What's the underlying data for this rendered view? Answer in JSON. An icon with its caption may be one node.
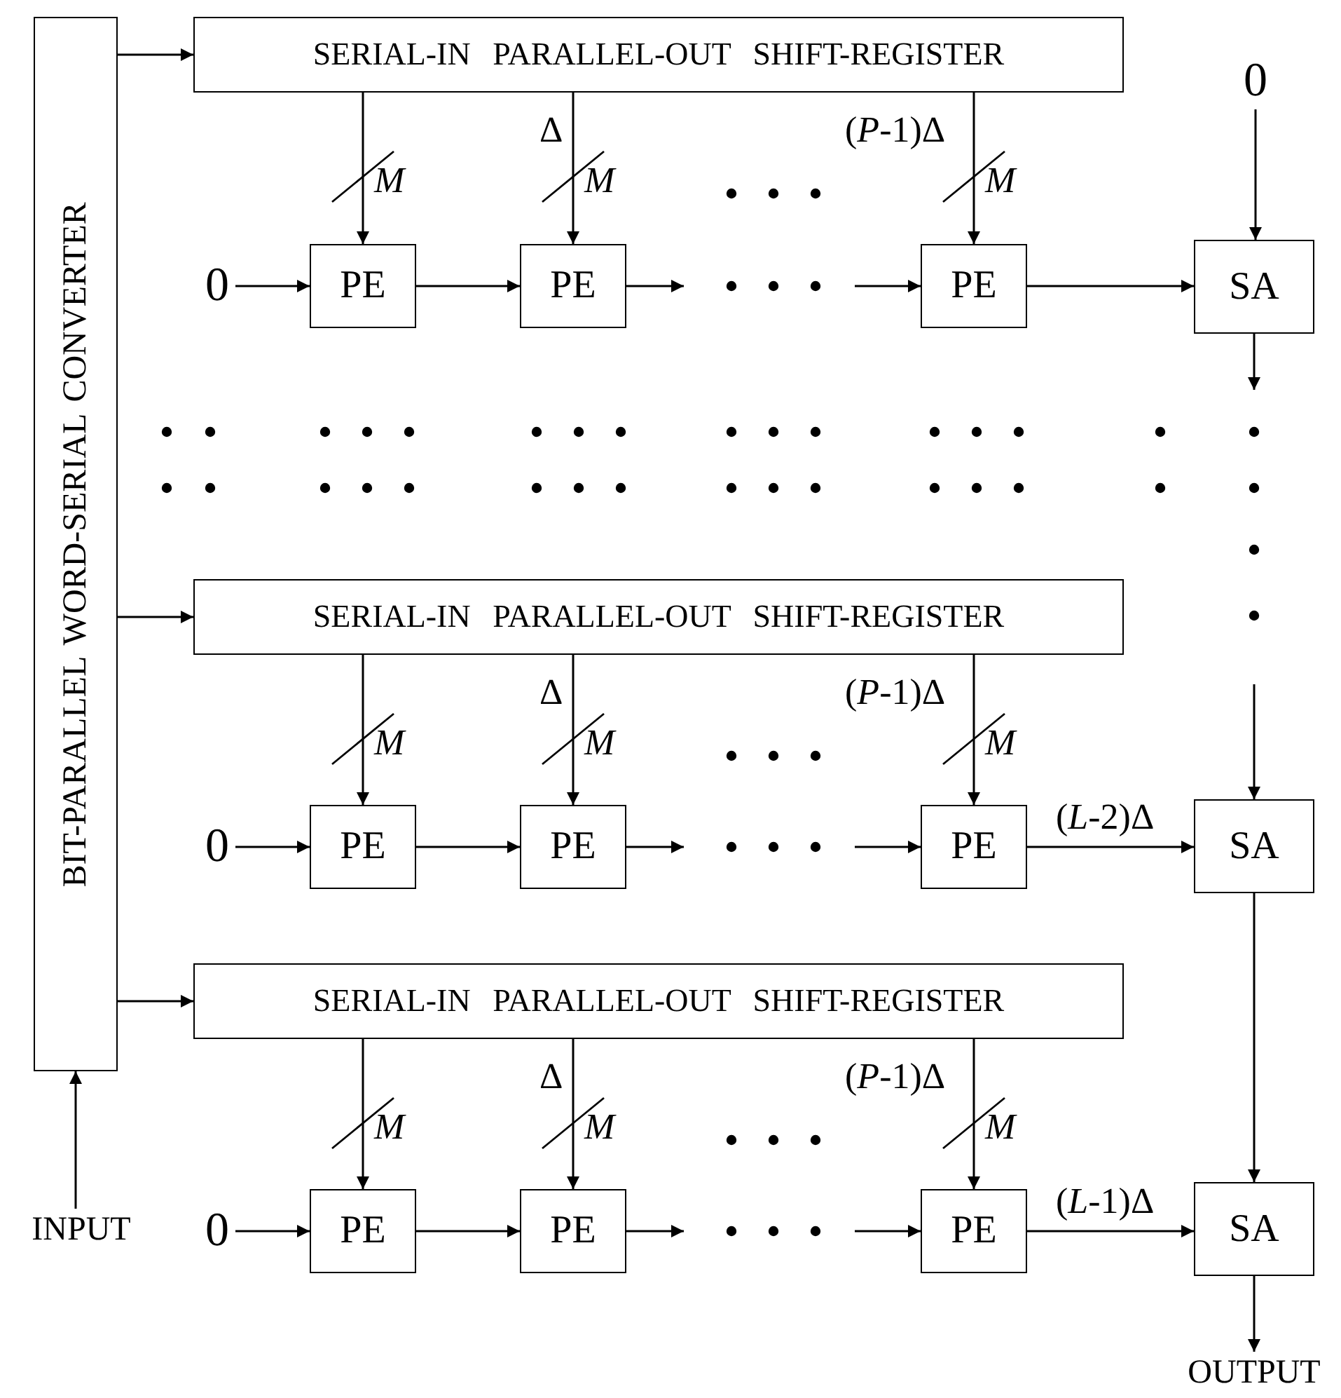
{
  "diagram": {
    "nodes": [
      {
        "text": [
          "BIT-PARALLEL WORD-SERIAL CONVERTER"
        ]
      },
      {
        "text": [
          "SERIAL-IN PARALLEL-OUT SHIFT-REGISTER"
        ]
      },
      {
        "text": [
          "0"
        ]
      },
      {
        "text": [
          "0"
        ]
      },
      {
        "text": [
          "PE"
        ]
      },
      {
        "text": [
          "PE"
        ]
      },
      {
        "text": [
          "PE"
        ]
      },
      {
        "text": [
          "SA"
        ]
      },
      {
        "text": [
          "SERIAL-IN PARALLEL-OUT SHIFT-REGISTER"
        ]
      },
      {
        "text": [
          "0"
        ]
      },
      {
        "text": [
          "PE"
        ]
      },
      {
        "text": [
          "PE"
        ]
      },
      {
        "text": [
          "PE"
        ]
      },
      {
        "text": [
          "SA"
        ]
      },
      {
        "text": [
          "SERIAL-IN PARALLEL-OUT SHIFT-REGISTER"
        ]
      },
      {
        "text": [
          "INPUT"
        ]
      },
      {
        "text": [
          "0"
        ]
      },
      {
        "text": [
          "PE"
        ]
      },
      {
        "text": [
          "PE"
        ]
      },
      {
        "text": [
          "PE"
        ]
      },
      {
        "text": [
          "SA"
        ]
      },
      {
        "text": [
          "OUTPUT"
        ]
      }
    ],
    "edges": [
      {
        "from": 0,
        "to": 1,
        "arrow": "to"
      },
      {
        "from": 1,
        "to": 4,
        "arrow": "to"
      },
      {
        "from": 1,
        "to": 5,
        "arrow": "to"
      },
      {
        "from": 1,
        "to": 6,
        "arrow": "to"
      },
      {
        "from": 2,
        "to": 7,
        "arrow": "to"
      },
      {
        "from": 3,
        "to": 4,
        "arrow": "to"
      },
      {
        "from": 4,
        "to": 5,
        "arrow": "to"
      },
      {
        "from": 5,
        "to": null,
        "arrow": "to"
      },
      {
        "from": null,
        "to": 6,
        "arrow": "to"
      },
      {
        "from": 6,
        "to": 7,
        "arrow": "to"
      },
      {
        "from": 7,
        "to": null,
        "arrow": "to"
      },
      {
        "from": 0,
        "to": 8,
        "arrow": "to"
      },
      {
        "from": 8,
        "to": 10,
        "arrow": "to"
      },
      {
        "from": 8,
        "to": 11,
        "arrow": "to"
      },
      {
        "from": 8,
        "to": 12,
        "arrow": "to"
      },
      {
        "from": 9,
        "to": 10,
        "arrow": "to"
      },
      {
        "from": 10,
        "to": 11,
        "arrow": "to"
      },
      {
        "from": 11,
        "to": null,
        "arrow": "to"
      },
      {
        "from": null,
        "to": 12,
        "arrow": "to"
      },
      {
        "from": 12,
        "to": 13,
        "label": "(*L*-2)Δ",
        "arrow": "to"
      },
      {
        "from": null,
        "to": 13,
        "arrow": "to"
      },
      {
        "from": 0,
        "to": 14,
        "arrow": "to"
      },
      {
        "from": 14,
        "to": 17,
        "arrow": "to"
      },
      {
        "from": 14,
        "to": 18,
        "arrow": "to"
      },
      {
        "from": 14,
        "to": 19,
        "arrow": "to"
      },
      {
        "from": 15,
        "to": 0,
        "arrow": "to"
      },
      {
        "from": 16,
        "to": 17,
        "arrow": "to"
      },
      {
        "from": 17,
        "to": 18,
        "arrow": "to"
      },
      {
        "from": 18,
        "to": null,
        "arrow": "to"
      },
      {
        "from": null,
        "to": 19,
        "arrow": "to"
      },
      {
        "from": 19,
        "to": 20,
        "label": "(*L*-1)Δ",
        "arrow": "to"
      },
      {
        "from": 13,
        "to": 20,
        "arrow": "to"
      },
      {
        "from": 20,
        "to": 21,
        "arrow": "to"
      }
    ],
    "labels": [
      "Δ",
      "(*P*-1)Δ",
      "M",
      "M",
      "M",
      "Δ",
      "(*P*-1)Δ",
      "M",
      "M",
      "M",
      "Δ",
      "(*P*-1)Δ",
      "M",
      "M",
      "M"
    ]
  }
}
